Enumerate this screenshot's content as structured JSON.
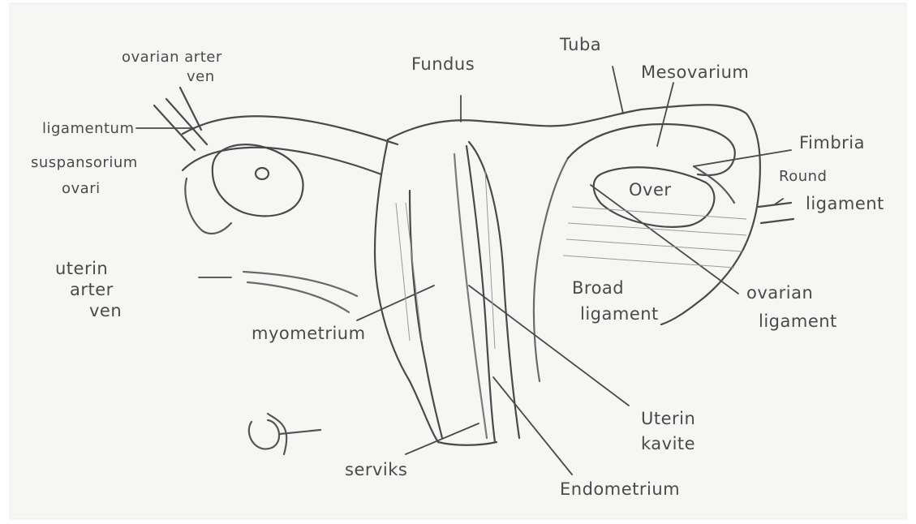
{
  "colors": {
    "paper": "#f6f6f4",
    "pencil": "#4a4a4a",
    "pencil_light": "#8a8a8a",
    "shade": "#c9c9c9"
  },
  "labels": {
    "ovarian_arter": "ovarian arter",
    "ven_top": "ven",
    "fundus": "Fundus",
    "tuba": "Tuba",
    "mesovarium": "Mesovarium",
    "ligamentum": "ligamentum",
    "suspansorium": "suspansorium",
    "ovari": "ovari",
    "fimbria": "Fimbria",
    "round": "Round",
    "ligament_round": "ligament",
    "over": "Over",
    "uterin": "uterin",
    "arter": "arter",
    "ven_left": "ven",
    "broad": "Broad",
    "ligament_broad": "ligament",
    "ovarian": "ovarian",
    "ligament_ovarian": "ligament",
    "myometrium": "myometrium",
    "uterin_kavite_1": "Uterin",
    "uterin_kavite_2": "kavite",
    "serviks": "serviks",
    "endometrium": "Endometrium"
  }
}
